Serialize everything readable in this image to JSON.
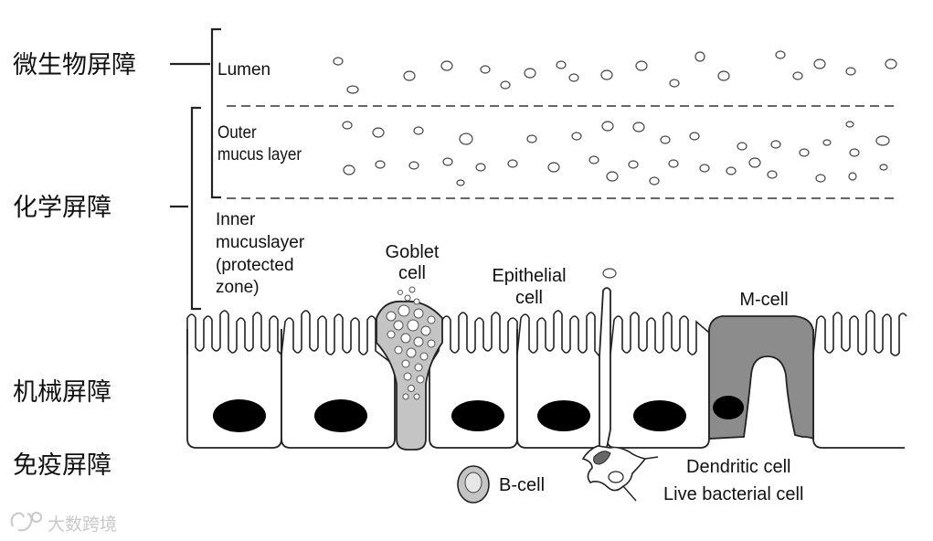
{
  "barriers": {
    "microbial": "微生物屏障",
    "chemical": "化学屏障",
    "mechanical": "机械屏障",
    "immune": "免疫屏障"
  },
  "labels": {
    "lumen": "Lumen",
    "outer_mucus": [
      "Outer",
      "mucus layer"
    ],
    "inner_mucus": [
      "Inner",
      "mucuslayer",
      "(protected",
      "zone)"
    ],
    "goblet": [
      "Goblet",
      "cell"
    ],
    "epithelial": [
      "Epithelial",
      "cell"
    ],
    "mcell": "M-cell",
    "bcell": "B-cell",
    "dendritic": "Dendritic cell",
    "live_bacterial": "Live bacterial cell"
  },
  "watermark": "大数跨境",
  "colors": {
    "line": "#222222",
    "goblet_fill": "#c4c4c4",
    "mcell_fill": "#8c8c8c",
    "nucleus": "#000000",
    "dashed": "#666666"
  }
}
